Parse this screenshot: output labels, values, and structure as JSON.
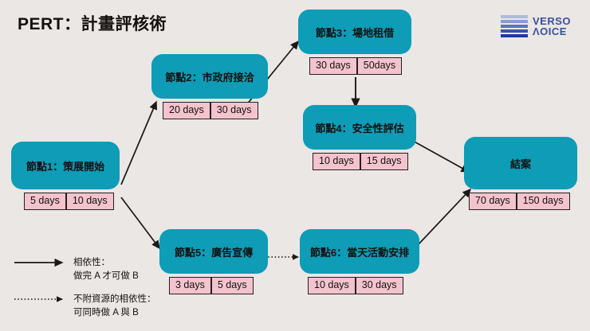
{
  "page": {
    "title": "PERT：計畫評核術",
    "background_color": "#eae7e4",
    "node_color": "#0e9cb6",
    "days_box_color": "#f3c3ce",
    "logo_color": "#3a4ea0"
  },
  "logo": {
    "word_top": "VERSO",
    "word_bottom": "VOICE",
    "bar_colors": [
      "#aebbe0",
      "#8a9bd2",
      "#5c72bd",
      "#3a52ad",
      "#1a3a9c"
    ]
  },
  "nodes": [
    {
      "id": "node-1",
      "label": "節點1：策展開始",
      "day1": "5 days",
      "day2": "10 days"
    },
    {
      "id": "node-2",
      "label": "節點2：市政府接洽",
      "day1": "20 days",
      "day2": "30 days"
    },
    {
      "id": "node-3",
      "label": "節點3：場地租借",
      "day1": "30 days",
      "day2": "50days"
    },
    {
      "id": "node-4",
      "label": "節點4：安全性評估",
      "day1": "10 days",
      "day2": "15 days"
    },
    {
      "id": "node-5",
      "label": "節點5：廣告宣傳",
      "day1": "3 days",
      "day2": "5 days"
    },
    {
      "id": "node-6",
      "label": "節點6：當天活動安排",
      "day1": "10 days",
      "day2": "30 days"
    },
    {
      "id": "node-7",
      "label": "結案",
      "day1": "70 days",
      "day2": "150 days"
    }
  ],
  "legend": {
    "solid": {
      "line1": "相依性：",
      "line2": "做完 A 才可做 B"
    },
    "dotted": {
      "line1": "不附資源的相依性：",
      "line2": "可同時做 A 與 B"
    }
  }
}
